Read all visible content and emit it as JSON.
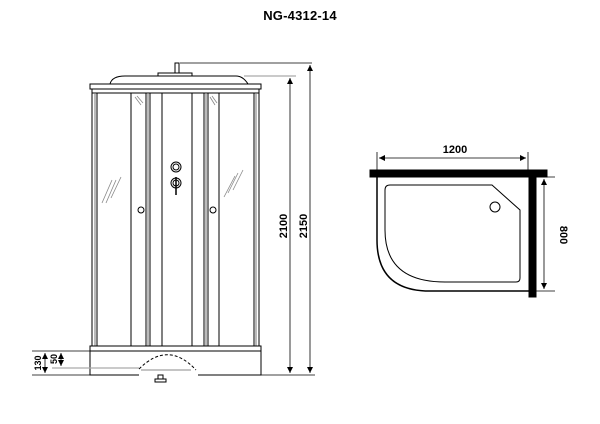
{
  "title": "NG-4312-14",
  "front_view": {
    "dimensions": {
      "height_cabin": "2100",
      "height_total": "2150",
      "tray_height": "130",
      "tray_base": "50"
    }
  },
  "top_view": {
    "dimensions": {
      "width": "1200",
      "depth": "800"
    }
  },
  "colors": {
    "line": "#000000",
    "light_line": "#999999",
    "background": "#ffffff"
  }
}
